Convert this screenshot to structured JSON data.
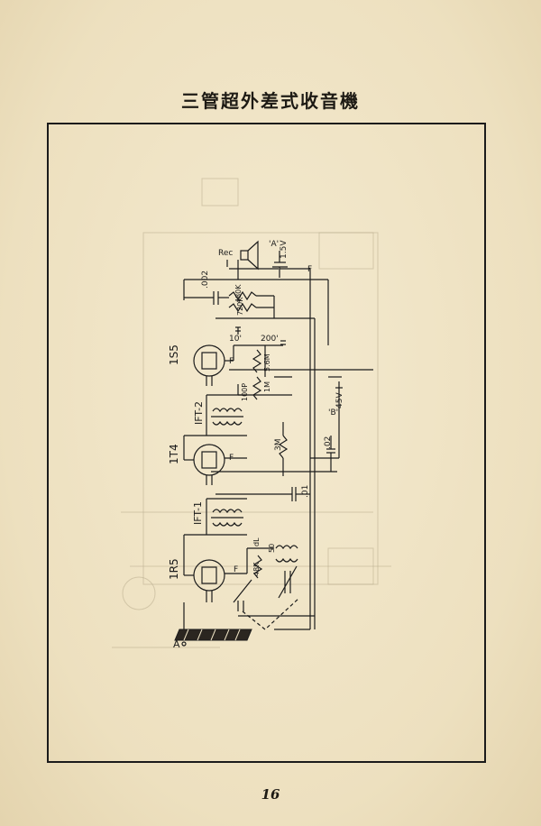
{
  "title": "三管超外差式收音機",
  "page_number": "16",
  "tubes": [
    {
      "id": "1S5",
      "label": "1S5"
    },
    {
      "id": "1T4",
      "label": "1T4"
    },
    {
      "id": "1R5",
      "label": "1R5"
    }
  ],
  "transformers": {
    "ift1": "IFT-1",
    "ift2": "IFT-2"
  },
  "components": {
    "c_002_top": ".002",
    "r_480k": "480K",
    "r_720k": "720K",
    "c_10": "10'",
    "c_200": "200'",
    "r_5_6m": "5.6M",
    "r_1m": "1M",
    "c_100p": "100P",
    "r_3m": "3M",
    "c_02": ".02",
    "c_01": ".01",
    "r_48k": "48K",
    "c_50": "50",
    "c_dl": "dL"
  },
  "labels": {
    "rec": "Rec",
    "battery_a": "'A'",
    "battery_a_volt": "1.5V",
    "battery_b": "'B'",
    "battery_b_volt": "45V",
    "f": "F",
    "antenna": "A"
  }
}
